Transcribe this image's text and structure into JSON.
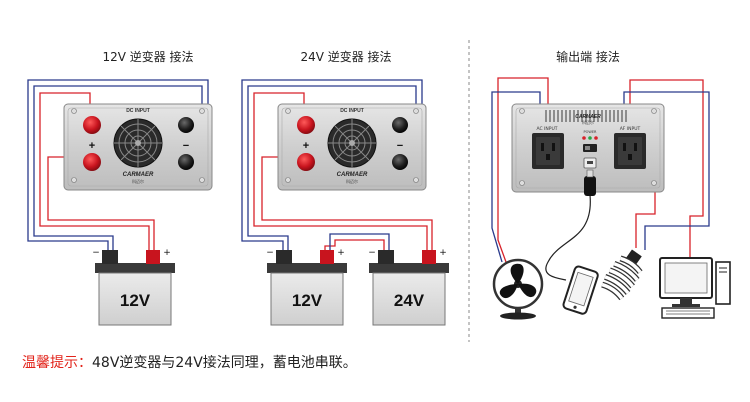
{
  "titles": {
    "left": "12V 逆变器 接法",
    "middle": "24V 逆变器 接法",
    "right": "输出端 接法"
  },
  "inverter": {
    "dc_input": "DC INPUT",
    "brand": "CARMAER",
    "brand_cn": "科迈尔",
    "ac_input": "AC INPUT",
    "af_input": "AF INPUT",
    "power_label": "POWER",
    "plus": "+",
    "minus": "−"
  },
  "batteries": {
    "left": "12V",
    "middle_a": "12V",
    "middle_b": "24V",
    "plus": "+",
    "minus": "−"
  },
  "notice": {
    "label": "温馨提示：",
    "text": "48V逆变器与24V接法同理，蓄电池串联。"
  },
  "colors": {
    "positive_wire": "#d8222a",
    "negative_wire": "#2a3a8c",
    "terminal_red": "#c8141e",
    "terminal_black": "#1a1a1a",
    "notice_red": "#e2231a"
  }
}
